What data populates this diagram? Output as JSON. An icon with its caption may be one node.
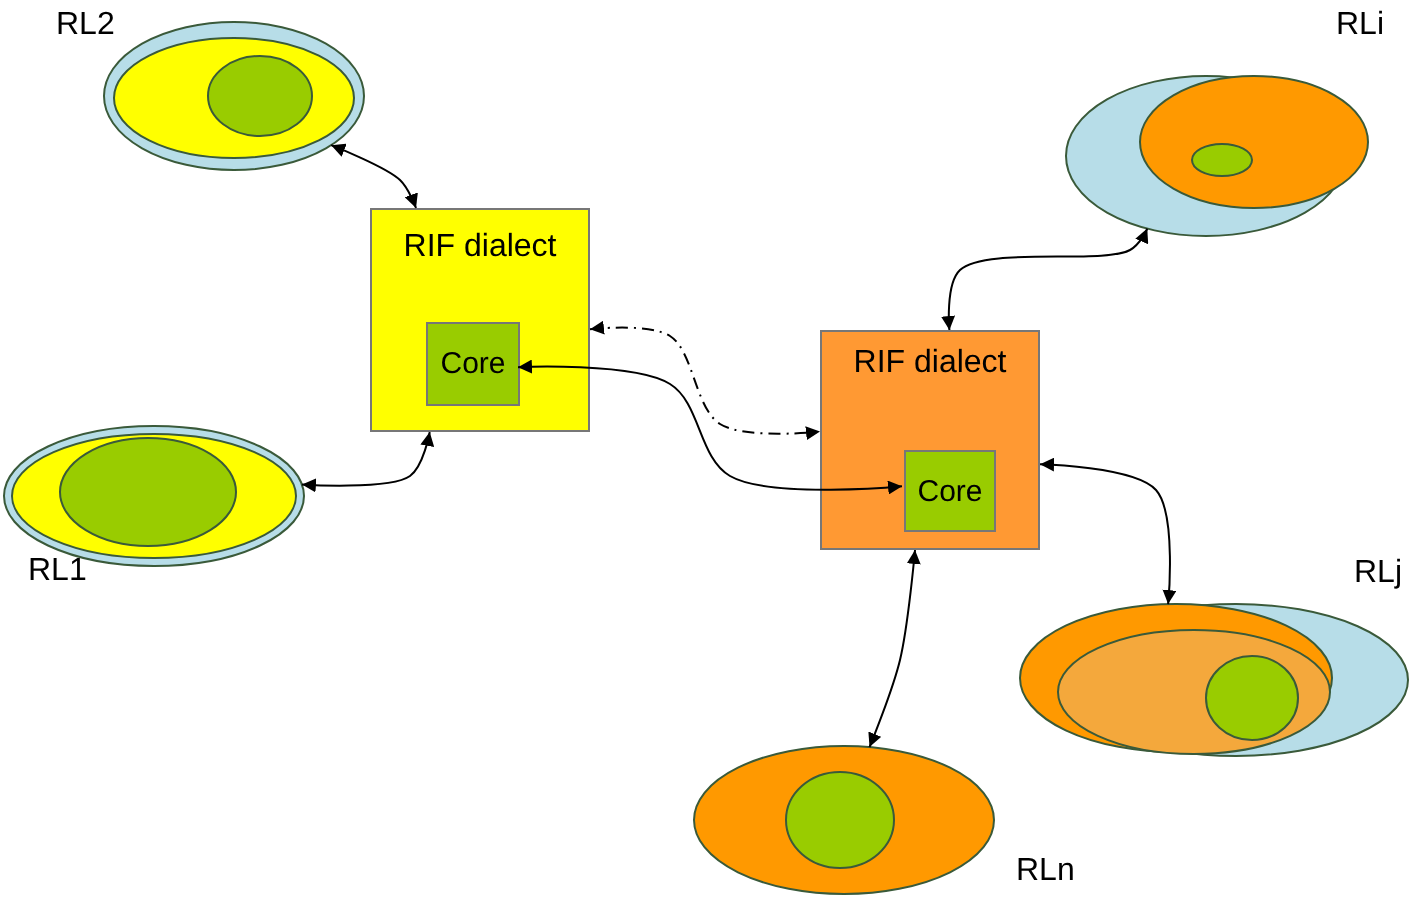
{
  "diagram": {
    "nodes": [
      {
        "text": [
          "RL2"
        ]
      },
      {
        "text": [
          "RLi"
        ]
      },
      {
        "text": [
          "RIF dialect"
        ]
      },
      {
        "text": [
          "Core"
        ],
        "in": 2
      },
      {
        "text": [
          "RIF dialect"
        ]
      },
      {
        "text": [
          "Core"
        ],
        "in": 4
      },
      {
        "text": [
          "RL1"
        ]
      },
      {
        "text": [
          "RLj"
        ]
      },
      {
        "text": [
          "RLn"
        ]
      }
    ],
    "edges": [
      {
        "from": 0,
        "to": 2,
        "arrow": "both"
      },
      {
        "from": 6,
        "to": 2,
        "arrow": "both"
      },
      {
        "from": 2,
        "to": 4,
        "arrow": "both",
        "style": "dashed"
      },
      {
        "from": 3,
        "to": 5,
        "arrow": "both"
      },
      {
        "from": 1,
        "to": 4,
        "arrow": "both"
      },
      {
        "from": 4,
        "to": 7,
        "arrow": "both"
      },
      {
        "from": 8,
        "to": 4,
        "arrow": "both"
      }
    ]
  }
}
